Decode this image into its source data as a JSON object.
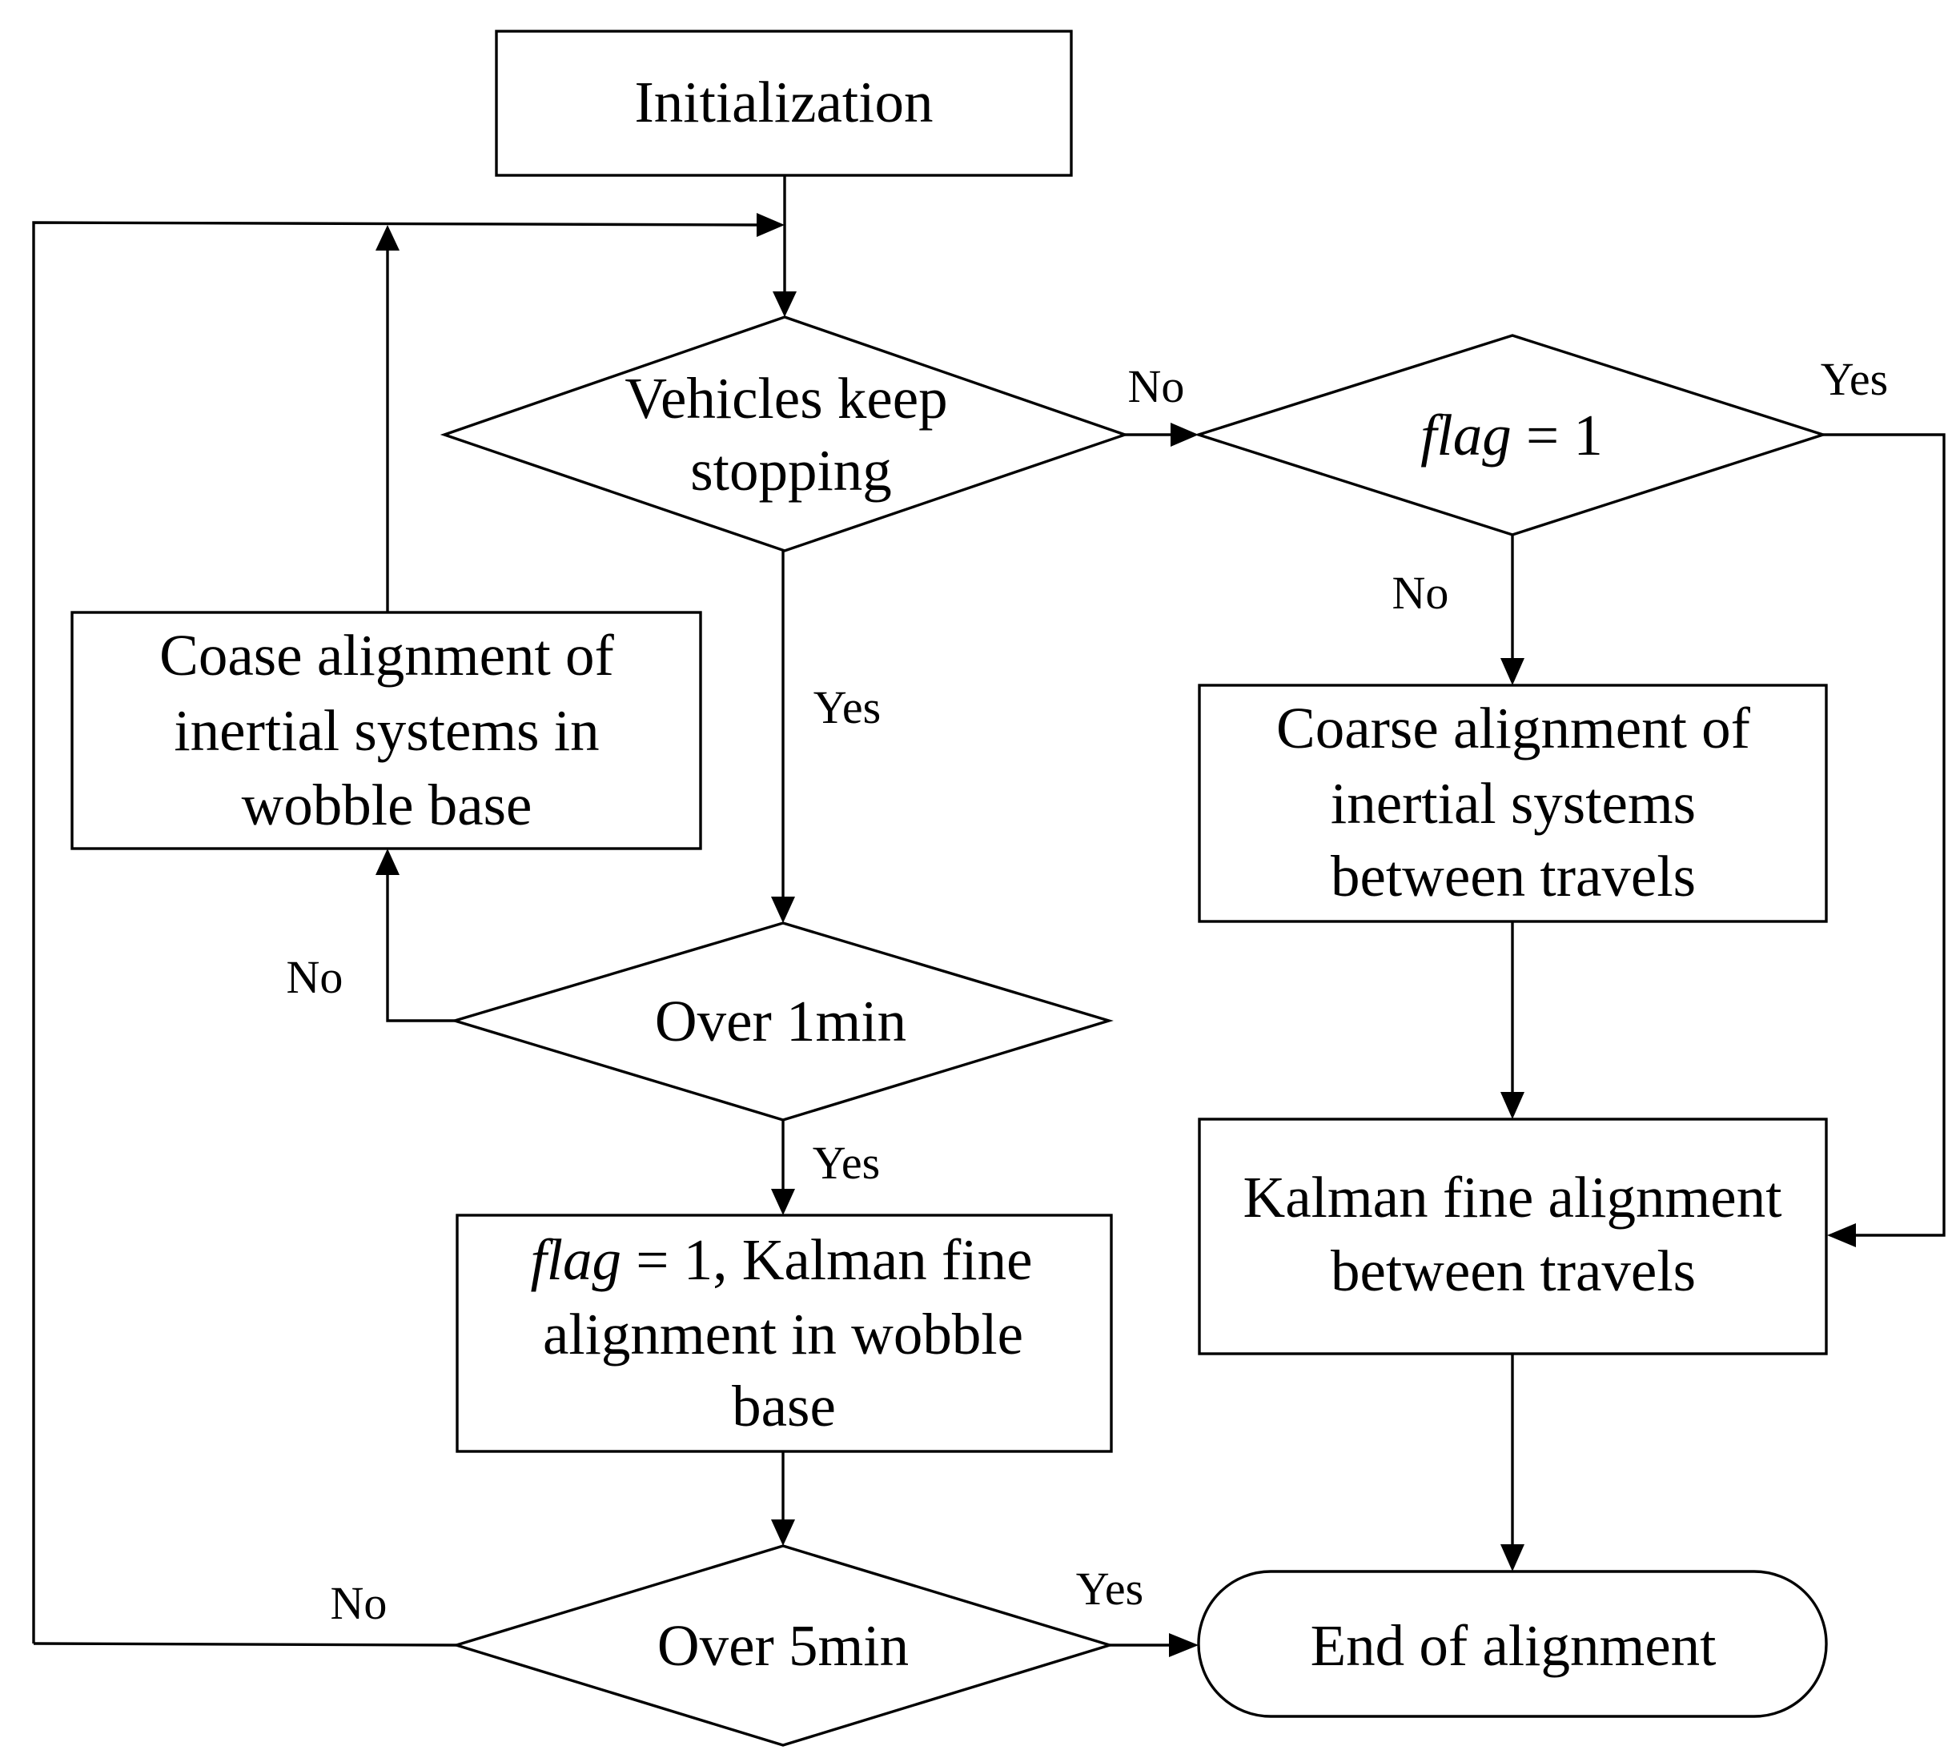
{
  "nodes": {
    "initialization": {
      "line1": "Initialization"
    },
    "vehicles_stopping": {
      "line1": "Vehicles keep",
      "line2": "stopping"
    },
    "flag_check": {
      "flag": "flag",
      "rest": " = 1"
    },
    "coase_wobble": {
      "line1": "Coase alignment of",
      "line2": "inertial systems in",
      "line3": "wobble base"
    },
    "coarse_travels": {
      "line1": "Coarse alignment of",
      "line2": "inertial systems",
      "line3": "between travels"
    },
    "over_1min": {
      "line1": "Over 1min"
    },
    "kalman_wobble": {
      "flag": "flag",
      "rest": " = 1,  Kalman fine",
      "line2": "alignment in wobble",
      "line3": "base"
    },
    "kalman_travels": {
      "line1": "Kalman fine alignment",
      "line2": "between travels"
    },
    "over_5min": {
      "line1": "Over 5min"
    },
    "end": {
      "line1": "End of alignment"
    }
  },
  "edges": {
    "stopping_no": "No",
    "flag_yes": "Yes",
    "flag_no": "No",
    "stopping_yes": "Yes",
    "min1_no": "No",
    "min1_yes": "Yes",
    "min5_yes": "Yes",
    "min5_no": "No"
  }
}
